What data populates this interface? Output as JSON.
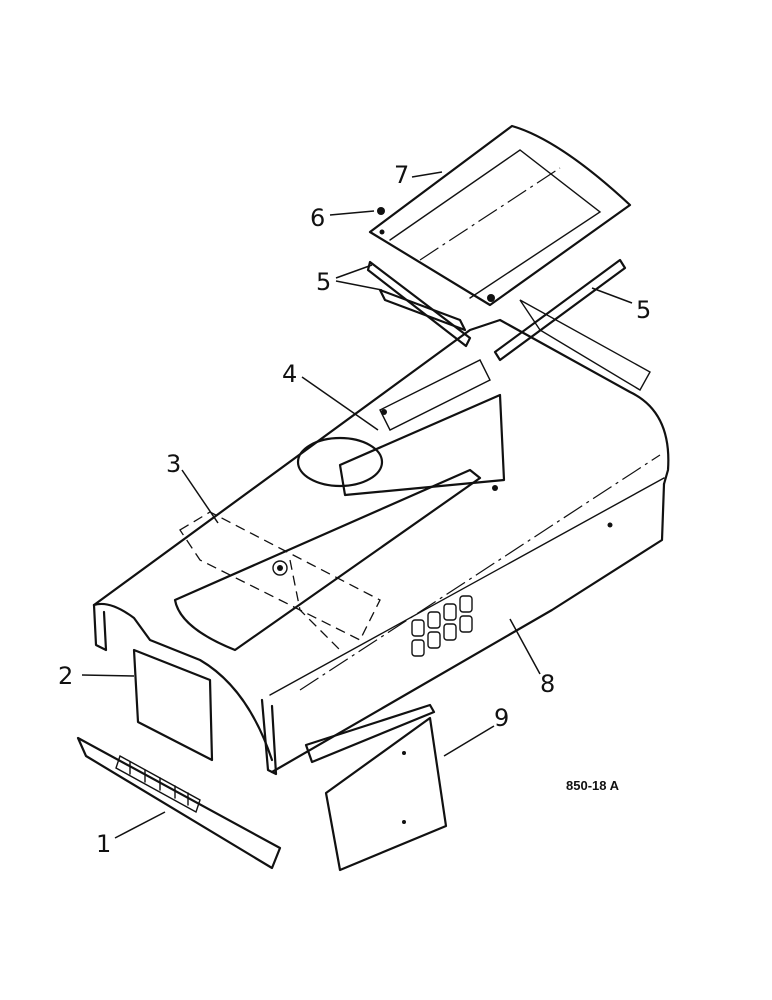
{
  "figure": {
    "reference": "850-18 A",
    "callouts": [
      {
        "id": "1",
        "label": "1"
      },
      {
        "id": "2",
        "label": "2"
      },
      {
        "id": "3",
        "label": "3"
      },
      {
        "id": "4",
        "label": "4"
      },
      {
        "id": "5a",
        "label": "5"
      },
      {
        "id": "5b",
        "label": "5"
      },
      {
        "id": "6",
        "label": "6"
      },
      {
        "id": "7",
        "label": "7"
      },
      {
        "id": "8",
        "label": "8"
      },
      {
        "id": "9",
        "label": "9"
      }
    ]
  }
}
